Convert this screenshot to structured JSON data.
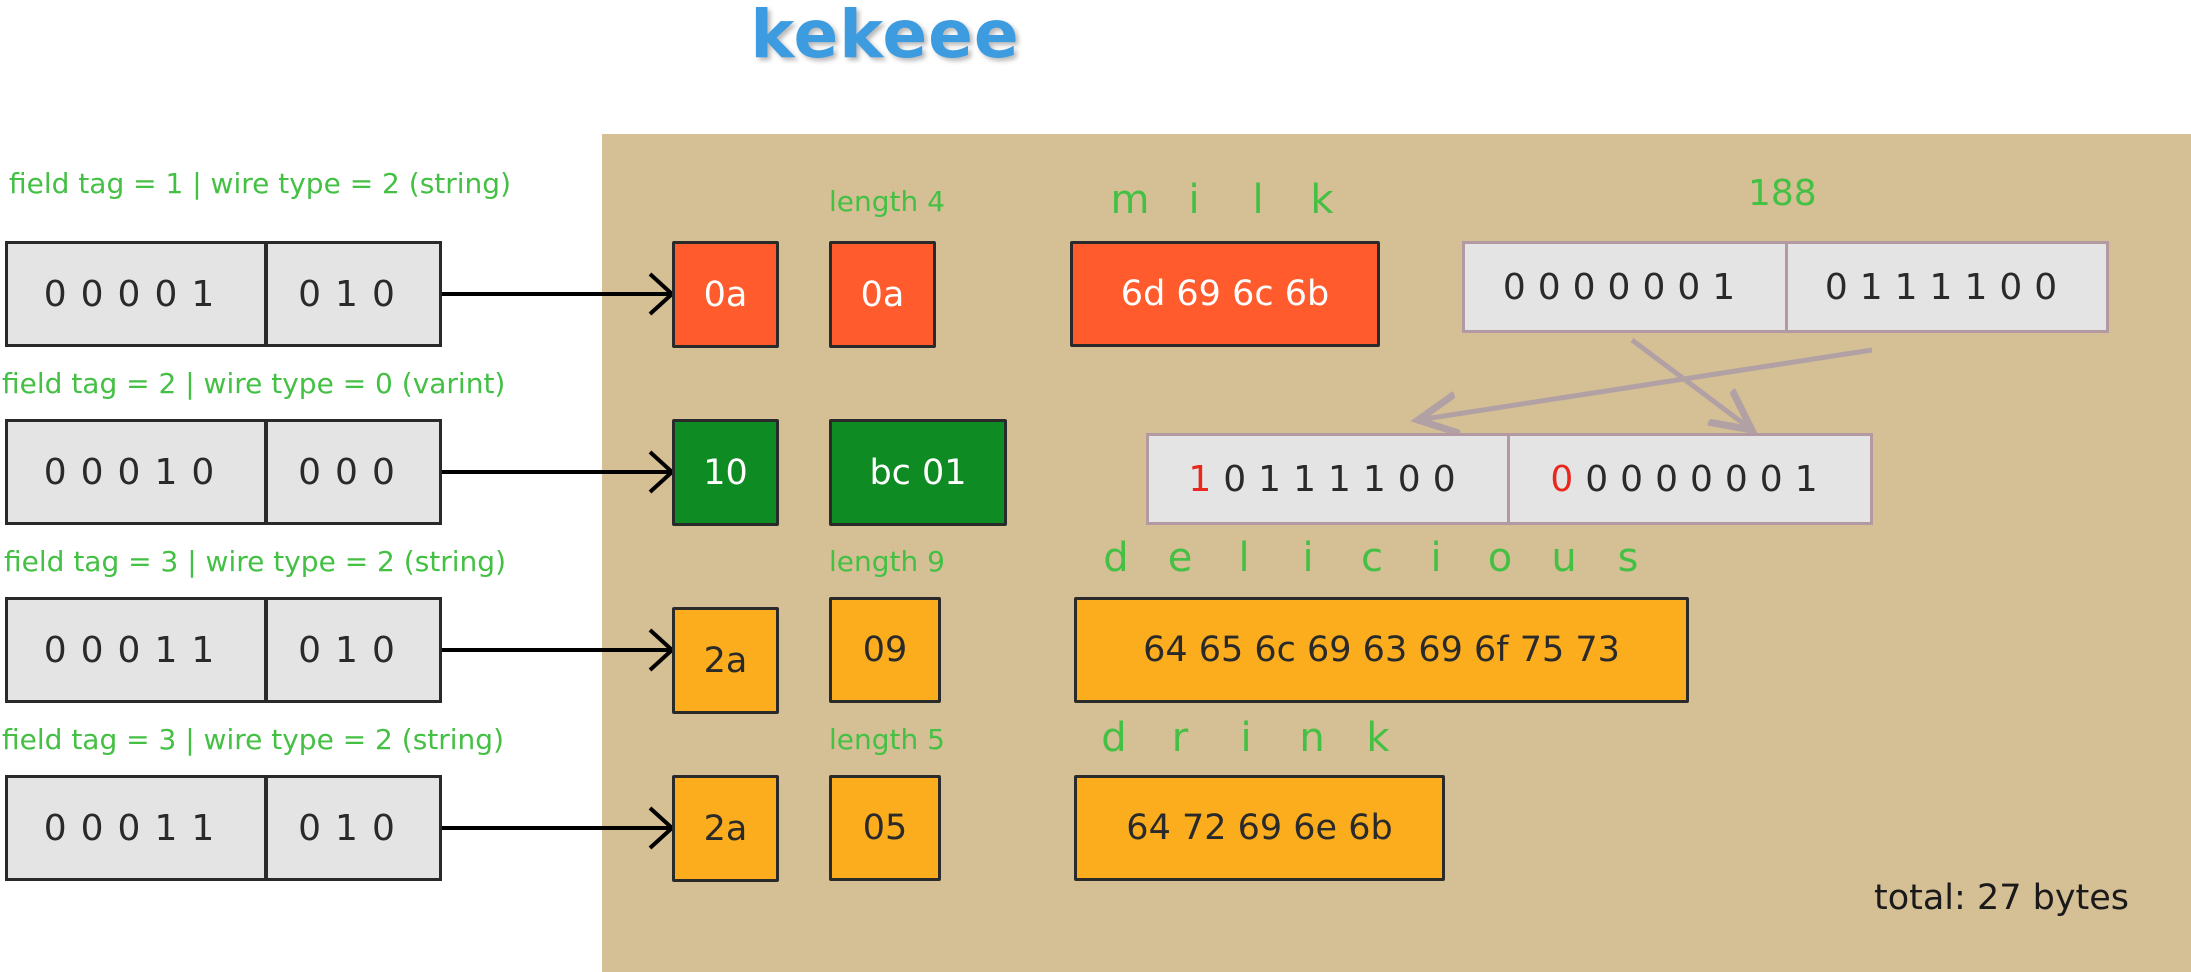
{
  "title": "kekeee",
  "total": "total: 27 bytes",
  "varint_value": "188",
  "fields": [
    {
      "label": "field tag = 1 | wire type = 2 (string)",
      "tag_bits": "00001",
      "type_bits": "010",
      "key_hex": "0a",
      "length_label": "length 4",
      "second_hex": "0a",
      "letters": [
        "m",
        "i",
        "l",
        "k"
      ],
      "data_hex": "6d  69  6c  6b",
      "color": "#ff5b2c"
    },
    {
      "label": "field tag = 2 | wire type = 0 (varint)",
      "tag_bits": "00010",
      "type_bits": "000",
      "key_hex": "10",
      "second_hex": "bc  01",
      "color": "#0e8b22"
    },
    {
      "label": "field tag = 3 | wire type = 2 (string)",
      "tag_bits": "00011",
      "type_bits": "010",
      "key_hex": "2a",
      "length_label": "length 9",
      "second_hex": "09",
      "letters": [
        "d",
        "e",
        "l",
        "i",
        "c",
        "i",
        "o",
        "u",
        "s"
      ],
      "data_hex": "64  65  6c  69  63  69  6f  75  73",
      "color": "#fbad1d"
    },
    {
      "label": "field tag = 3 | wire type = 2 (string)",
      "tag_bits": "00011",
      "type_bits": "010",
      "key_hex": "2a",
      "length_label": "length 5",
      "second_hex": "05",
      "letters": [
        "d",
        "r",
        "i",
        "n",
        "k"
      ],
      "data_hex": "64  72  69  6e  6b",
      "color": "#fbad1d"
    }
  ],
  "varint_binary": {
    "high_group": "0000001",
    "low_group": "0111100"
  },
  "varint_encoded": {
    "byte1_flag": "1",
    "byte1_rest": "0111100",
    "byte2_flag": "0",
    "byte2_rest": "0000001"
  }
}
